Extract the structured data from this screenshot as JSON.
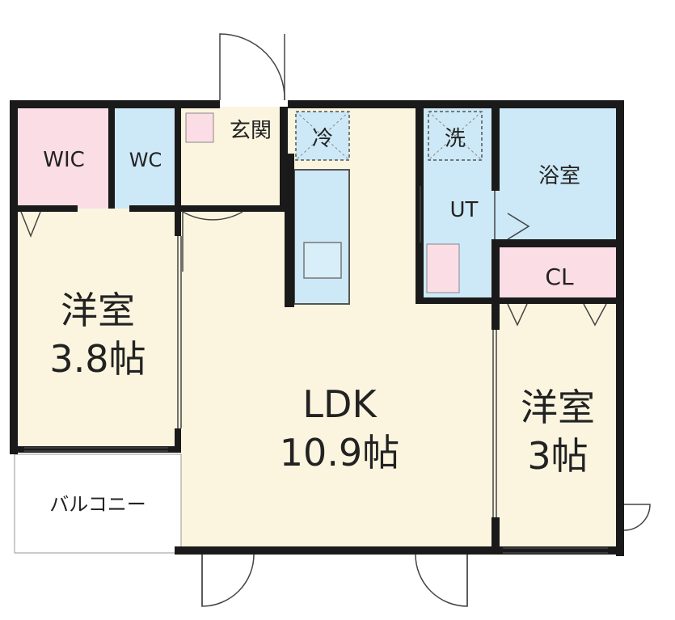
{
  "rooms": {
    "wic": "WIC",
    "wc": "WC",
    "genkan": "玄関",
    "fridge": "冷",
    "washer": "洗",
    "bath": "浴室",
    "ut": "UT",
    "cl": "CL",
    "western_left_name": "洋室",
    "western_left_size": "3.8帖",
    "ldk_name": "LDK",
    "ldk_size": "10.9帖",
    "western_right_name": "洋室",
    "western_right_size": "3帖",
    "balcony": "バルコニー"
  },
  "colors": {
    "wall": "#1a1a1a",
    "floor": "#fbf5df",
    "water_area": "#cde9f7",
    "storage": "#fbdde6",
    "balcony": "#ffffff"
  }
}
